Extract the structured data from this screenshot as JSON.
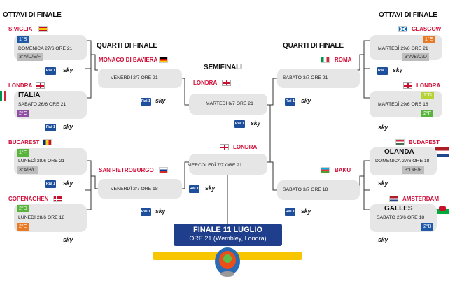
{
  "headers": {
    "ottavi_left": "OTTAVI DI FINALE",
    "ottavi_right": "OTTAVI DI FINALE",
    "quarti_left": "QUARTI DI FINALE",
    "quarti_right": "QUARTI DI FINALE",
    "semifinali": "SEMIFINALI"
  },
  "ottavi_left": [
    {
      "city": "SIVIGLIA",
      "slot_top": "1°B",
      "date": "DOMENICA 27/6 ORE 21",
      "slot_bottom": "3°A/D/E/F"
    },
    {
      "city": "LONDRA",
      "team": "ITALIA",
      "date": "SABATO 26/6 ORE 21",
      "slot_bottom": "2°C"
    },
    {
      "city": "BUCAREST",
      "slot_top": "1°F",
      "date": "LUNEDÌ 28/6 ORE 21",
      "slot_bottom": "3°A/B/C"
    },
    {
      "city": "COPENAGHEN",
      "slot_top": "2°D",
      "date": "LUNEDÌ 28/6 ORE 18",
      "slot_bottom": "2°E"
    }
  ],
  "ottavi_right": [
    {
      "city": "GLASGOW",
      "slot_top": "1°E",
      "date": "MARTEDÌ 29/6 ORE 21",
      "slot_bottom": "3°A/B/C/D"
    },
    {
      "city": "LONDRA",
      "slot_top": "1°D",
      "date": "MARTEDÌ 29/6 ORE 18",
      "slot_bottom": "2°F"
    },
    {
      "city": "BUDAPEST",
      "team": "OLANDA",
      "date": "DOMENICA 27/6 ORE 18",
      "slot_bottom": "3°D/E/F"
    },
    {
      "city": "AMSTERDAM",
      "team": "GALLES",
      "date": "SABATO 26/6 ORE 18",
      "slot_bottom": "2°B"
    }
  ],
  "quarti_left": [
    {
      "city": "MONACO DI BAVIERA",
      "date": "VENERDÌ 2/7 ORE 21"
    },
    {
      "city": "SAN PIETROBURGO",
      "date": "VENERDÌ 2/7 ORE 18"
    }
  ],
  "quarti_right": [
    {
      "city": "ROMA",
      "date": "SABATO 3/7 ORE 21"
    },
    {
      "city": "BAKU",
      "date": "SABATO 3/7 ORE 18"
    }
  ],
  "semi": [
    {
      "city": "LONDRA",
      "date": "MARTEDÌ 6/7 ORE 21"
    },
    {
      "city": "LONDRA",
      "date": "MERCOLEDÌ 7/7 ORE 21"
    }
  ],
  "broadcast": {
    "rai": "Rai 1",
    "sky": "sky"
  },
  "final": {
    "title": "FINALE 11 LUGLIO",
    "subtitle": "ORE 21 (Wembley, Londra)"
  },
  "colors": {
    "city_red": "#d0103a",
    "final_blue": "#1f3f8c",
    "bar_yellow": "#f7c600"
  }
}
